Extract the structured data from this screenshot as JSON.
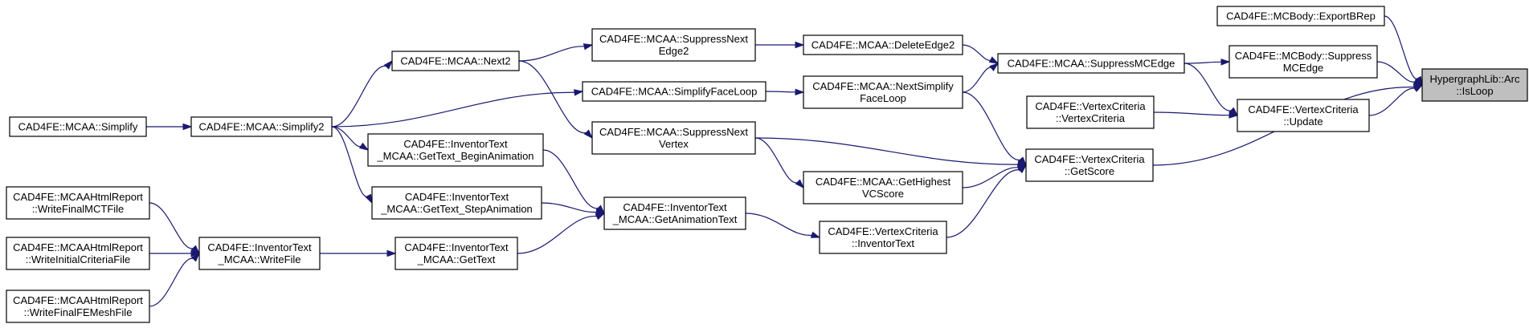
{
  "nodes": {
    "isloop": [
      "HypergraphLib::Arc",
      "::IsLoop"
    ],
    "exportbrep": [
      "CAD4FE::MCBody::ExportBRep"
    ],
    "mcbody_suppress": [
      "CAD4FE::MCBody::Suppress",
      "MCEdge"
    ],
    "vc_update": [
      "CAD4FE::VertexCriteria",
      "::Update"
    ],
    "vc_getscore": [
      "CAD4FE::VertexCriteria",
      "::GetScore"
    ],
    "suppressmcedge": [
      "CAD4FE::MCAA::SuppressMCEdge"
    ],
    "vc_ctor": [
      "CAD4FE::VertexCriteria",
      "::VertexCriteria"
    ],
    "deleteedge2": [
      "CAD4FE::MCAA::DeleteEdge2"
    ],
    "nextsimplify": [
      "CAD4FE::MCAA::NextSimplify",
      "FaceLoop"
    ],
    "gethighest": [
      "CAD4FE::MCAA::GetHighest",
      "VCScore"
    ],
    "vc_inventor": [
      "CAD4FE::VertexCriteria",
      "::InventorText"
    ],
    "suppressnextedge": [
      "CAD4FE::MCAA::SuppressNext",
      "Edge2"
    ],
    "simplifyfaceloop": [
      "CAD4FE::MCAA::SimplifyFaceLoop"
    ],
    "suppressnextvertex": [
      "CAD4FE::MCAA::SuppressNext",
      "Vertex"
    ],
    "getanimationtext": [
      "CAD4FE::InventorText",
      "_MCAA::GetAnimationText"
    ],
    "next2": [
      "CAD4FE::MCAA::Next2"
    ],
    "gettext_begin": [
      "CAD4FE::InventorText",
      "_MCAA::GetText_BeginAnimation"
    ],
    "gettext_step": [
      "CAD4FE::InventorText",
      "_MCAA::GetText_StepAnimation"
    ],
    "gettext": [
      "CAD4FE::InventorText",
      "_MCAA::GetText"
    ],
    "simplify2": [
      "CAD4FE::MCAA::Simplify2"
    ],
    "writefile": [
      "CAD4FE::InventorText",
      "_MCAA::WriteFile"
    ],
    "simplify": [
      "CAD4FE::MCAA::Simplify"
    ],
    "writefinalmct": [
      "CAD4FE::MCAAHtmlReport",
      "::WriteFinalMCTFile"
    ],
    "writeinitial": [
      "CAD4FE::MCAAHtmlReport",
      "::WriteInitialCriteriaFile"
    ],
    "writefinalfe": [
      "CAD4FE::MCAAHtmlReport",
      "::WriteFinalFEMeshFile"
    ]
  },
  "edges": [
    [
      "exportbrep",
      "isloop"
    ],
    [
      "mcbody_suppress",
      "isloop"
    ],
    [
      "vc_update",
      "isloop"
    ],
    [
      "vc_getscore",
      "isloop"
    ],
    [
      "suppressmcedge",
      "mcbody_suppress"
    ],
    [
      "suppressmcedge",
      "vc_update"
    ],
    [
      "vc_ctor",
      "vc_update"
    ],
    [
      "deleteedge2",
      "suppressmcedge"
    ],
    [
      "nextsimplify",
      "suppressmcedge"
    ],
    [
      "nextsimplify",
      "vc_getscore"
    ],
    [
      "suppressnextvertex",
      "vc_getscore"
    ],
    [
      "gethighest",
      "vc_getscore"
    ],
    [
      "vc_inventor",
      "vc_getscore"
    ],
    [
      "suppressnextedge",
      "deleteedge2"
    ],
    [
      "simplifyfaceloop",
      "nextsimplify"
    ],
    [
      "suppressnextvertex",
      "gethighest"
    ],
    [
      "getanimationtext",
      "vc_inventor"
    ],
    [
      "next2",
      "suppressnextedge"
    ],
    [
      "next2",
      "suppressnextvertex"
    ],
    [
      "gettext_begin",
      "getanimationtext"
    ],
    [
      "gettext_step",
      "getanimationtext"
    ],
    [
      "gettext",
      "getanimationtext"
    ],
    [
      "simplify2",
      "next2"
    ],
    [
      "simplify2",
      "simplifyfaceloop"
    ],
    [
      "simplify2",
      "gettext_begin"
    ],
    [
      "simplify2",
      "gettext_step"
    ],
    [
      "writefile",
      "gettext"
    ],
    [
      "simplify",
      "simplify2"
    ],
    [
      "writefinalmct",
      "writefile"
    ],
    [
      "writeinitial",
      "writefile"
    ],
    [
      "writefinalfe",
      "writefile"
    ]
  ],
  "colors": {
    "edge": "#191970",
    "root_fill": "#bfbfbf"
  }
}
